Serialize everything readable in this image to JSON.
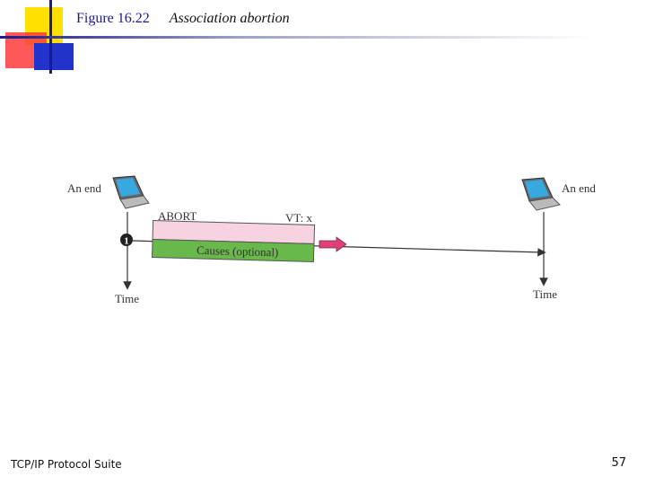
{
  "slide": {
    "figure_number": "Figure 16.22",
    "figure_title": "Association abortion",
    "footer_left": "TCP/IP Protocol Suite",
    "page_number": "57"
  },
  "diagram": {
    "left_endpoint_label": "An end",
    "right_endpoint_label": "An end",
    "left_time_label": "Time",
    "right_time_label": "Time",
    "step_marker": "1",
    "chunk_type_label": "ABORT",
    "chunk_vt_label": "VT: x",
    "chunk_causes_label": "Causes (optional)",
    "colors": {
      "header_fill": "#f7d3e2",
      "causes_fill": "#69b84c",
      "arrow": "#e0407a",
      "laptop_screen": "#35a9e0"
    }
  }
}
